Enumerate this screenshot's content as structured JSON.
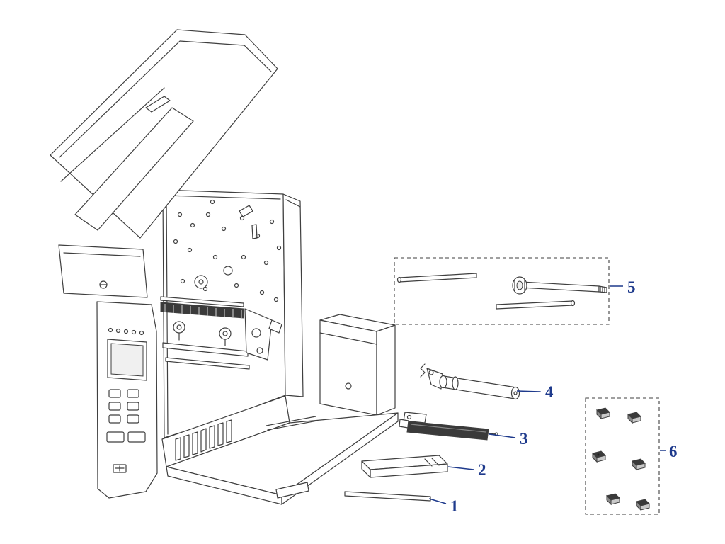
{
  "diagram": {
    "type": "exploded-parts-diagram",
    "accent_color": "#1e3a8c",
    "line_color": "#3f3f3f",
    "background_color": "#ffffff",
    "callouts": [
      {
        "label": "1"
      },
      {
        "label": "2"
      },
      {
        "label": "3"
      },
      {
        "label": "4"
      },
      {
        "label": "5"
      },
      {
        "label": "6"
      }
    ]
  }
}
